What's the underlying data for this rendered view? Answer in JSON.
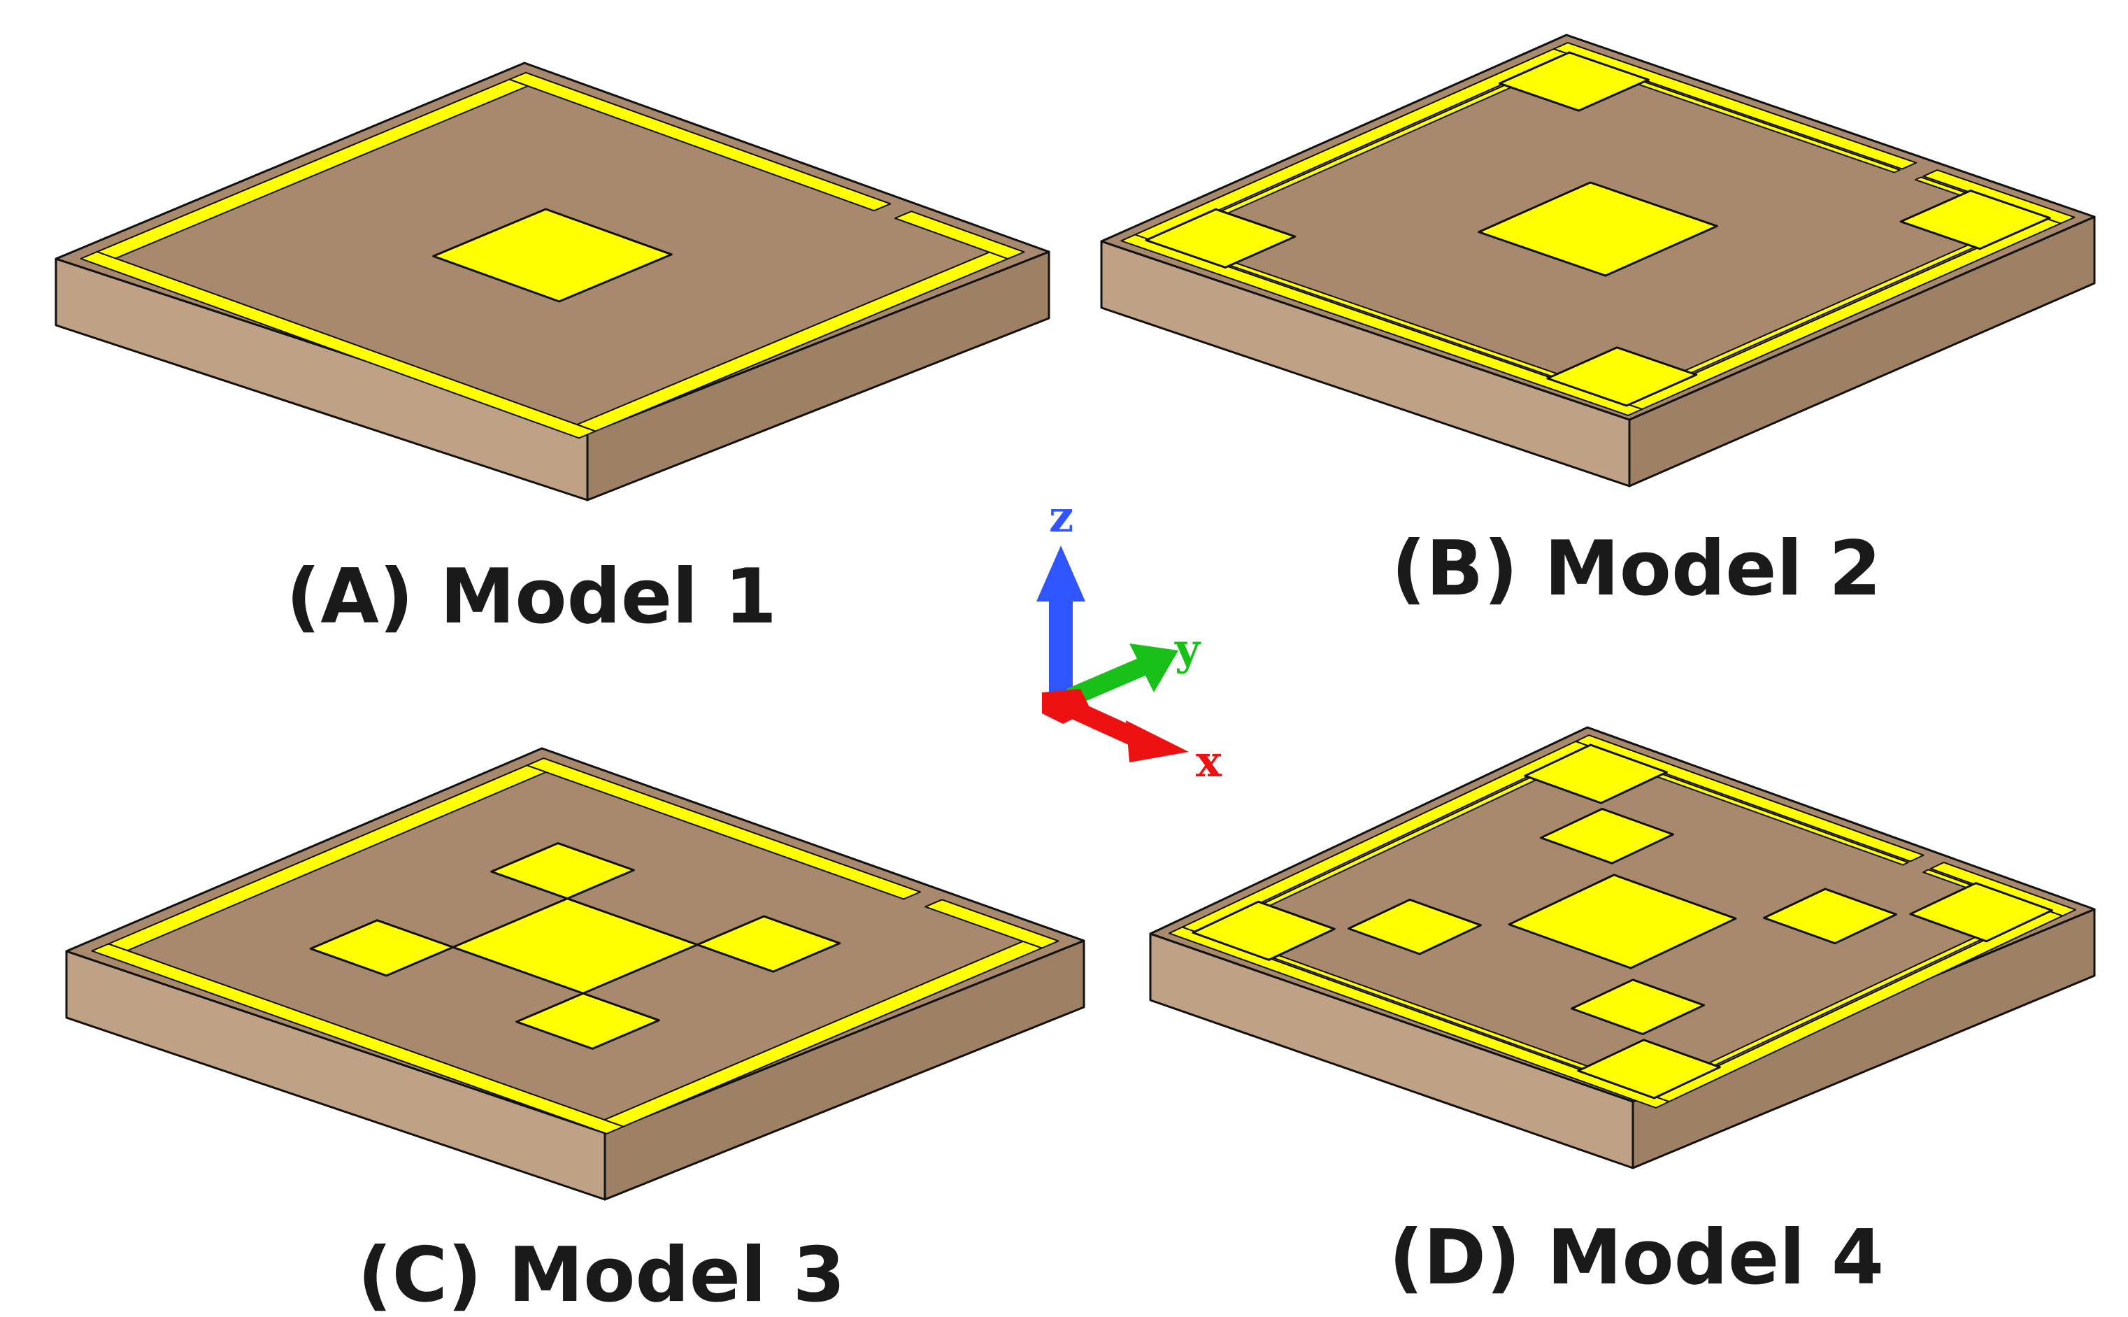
{
  "figure": {
    "models": [
      {
        "caption": "(A) Model 1",
        "outer_patches": [],
        "inner_patches": [
          "center"
        ]
      },
      {
        "caption": "(B) Model 2",
        "outer_patches": [
          "top",
          "left",
          "right",
          "bottom"
        ],
        "inner_patches": [
          "center"
        ]
      },
      {
        "caption": "(C) Model 3",
        "outer_patches": [],
        "inner_patches": [
          "center",
          "up",
          "left",
          "right",
          "down"
        ]
      },
      {
        "caption": "(D) Model 4",
        "outer_patches": [
          "top",
          "left",
          "right",
          "bottom"
        ],
        "inner_patches": [
          "center",
          "up",
          "left",
          "right",
          "down"
        ]
      }
    ],
    "axes": {
      "z_label": "z",
      "y_label": "y",
      "x_label": "x"
    },
    "colors": {
      "substrate_top": "#a8896d",
      "substrate_left": "#bfa285",
      "substrate_right": "#9e8064",
      "conductor": "#ffff00",
      "outline": "#111111",
      "axis_z": "#2f55ff",
      "axis_y": "#19c019",
      "axis_x": "#ee1111"
    }
  }
}
